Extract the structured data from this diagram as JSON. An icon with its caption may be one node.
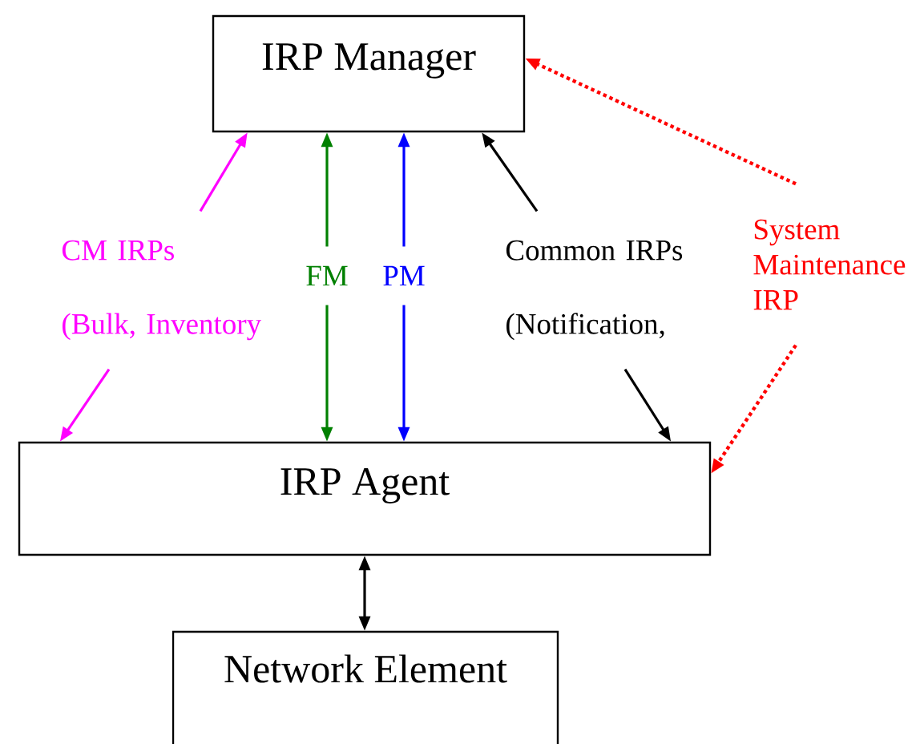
{
  "diagram": {
    "nodes": [
      {
        "text": [
          "IRP Manager"
        ]
      },
      {
        "text": [
          "IRP Agent"
        ]
      },
      {
        "text": [
          "Network Element"
        ]
      },
      {
        "text": [
          "CM IRPs",
          "(Bulk, Inventory"
        ]
      },
      {
        "text": [
          "FM"
        ]
      },
      {
        "text": [
          "PM"
        ]
      },
      {
        "text": [
          "Common IRPs",
          "(Notification,"
        ]
      },
      {
        "text": [
          "System Maintenance IRP"
        ]
      }
    ],
    "edges": [
      {
        "from": 3,
        "to": 0,
        "arrow": "to",
        "color": "#ff00ff"
      },
      {
        "from": 3,
        "to": 1,
        "arrow": "to",
        "color": "#ff00ff"
      },
      {
        "from": 4,
        "to": 0,
        "arrow": "to",
        "color": "#008000"
      },
      {
        "from": 4,
        "to": 1,
        "arrow": "to",
        "color": "#008000"
      },
      {
        "from": 5,
        "to": 0,
        "arrow": "to",
        "color": "#0000ff"
      },
      {
        "from": 5,
        "to": 1,
        "arrow": "to",
        "color": "#0000ff"
      },
      {
        "from": 6,
        "to": 0,
        "arrow": "to"
      },
      {
        "from": 6,
        "to": 1,
        "arrow": "to"
      },
      {
        "from": 7,
        "to": 0,
        "arrow": "to",
        "style": "dashed",
        "color": "#ff0000"
      },
      {
        "from": 7,
        "to": 1,
        "arrow": "to",
        "style": "dashed",
        "color": "#ff0000"
      },
      {
        "from": 1,
        "to": 2,
        "arrow": "both"
      }
    ]
  }
}
